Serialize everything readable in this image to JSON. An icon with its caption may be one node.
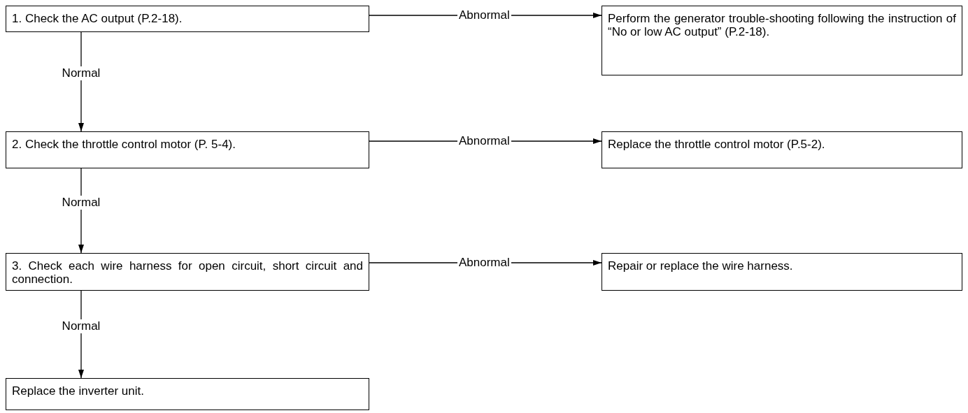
{
  "diagram": {
    "nodes": [
      {
        "text": [
          "1. Check the AC output (P.2-18)."
        ]
      },
      {
        "text": [
          "Perform the generator trouble-shooting following the instruction of “No or low AC output” (P.2-18)."
        ]
      },
      {
        "text": [
          "2. Check the throttle control motor (P. 5-4)."
        ]
      },
      {
        "text": [
          "Replace the throttle control motor (P.5-2)."
        ]
      },
      {
        "text": [
          "3. Check each wire harness for open circuit, short circuit and connection."
        ]
      },
      {
        "text": [
          "Repair or replace the wire harness."
        ]
      },
      {
        "text": [
          "Replace the inverter unit."
        ]
      }
    ],
    "edges": [
      {
        "from": 0,
        "to": 1,
        "arrow": "to",
        "label": "Abnormal"
      },
      {
        "from": 0,
        "to": 2,
        "arrow": "to",
        "label": "Normal"
      },
      {
        "from": 2,
        "to": 3,
        "arrow": "to",
        "label": "Abnormal"
      },
      {
        "from": 2,
        "to": 4,
        "arrow": "to",
        "label": "Normal"
      },
      {
        "from": 4,
        "to": 5,
        "arrow": "to",
        "label": "Abnormal"
      },
      {
        "from": 4,
        "to": 6,
        "arrow": "to",
        "label": "Normal"
      }
    ]
  }
}
